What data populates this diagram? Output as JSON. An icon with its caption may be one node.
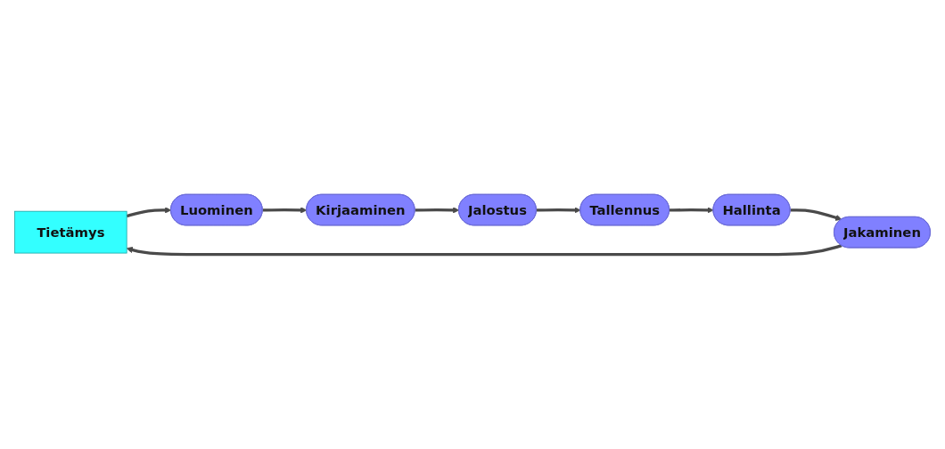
{
  "diagram": {
    "nodes": [
      {
        "text": [
          "Tietämys"
        ]
      },
      {
        "text": [
          "Luominen"
        ]
      },
      {
        "text": [
          "Kirjaaminen"
        ]
      },
      {
        "text": [
          "Jalostus"
        ]
      },
      {
        "text": [
          "Tallennus"
        ]
      },
      {
        "text": [
          "Hallinta"
        ]
      },
      {
        "text": [
          "Jakaminen"
        ]
      }
    ],
    "edges": [
      {
        "from": 0,
        "to": 1,
        "arrow": "to"
      },
      {
        "from": 1,
        "to": 2,
        "arrow": "to"
      },
      {
        "from": 2,
        "to": 3,
        "arrow": "to"
      },
      {
        "from": 3,
        "to": 4,
        "arrow": "to"
      },
      {
        "from": 4,
        "to": 5,
        "arrow": "to"
      },
      {
        "from": 5,
        "to": 6,
        "arrow": "to"
      },
      {
        "from": 6,
        "to": 0,
        "arrow": "to"
      }
    ]
  }
}
